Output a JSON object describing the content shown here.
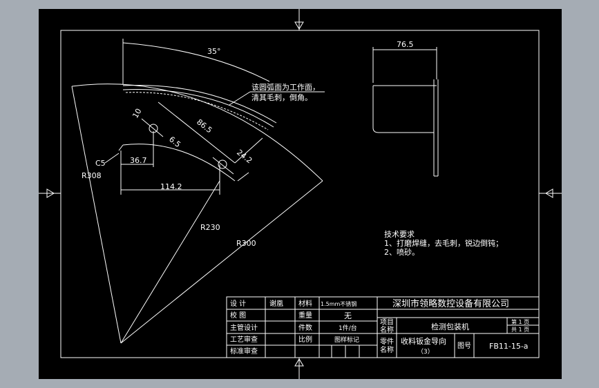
{
  "drawing": {
    "dimensions": {
      "angle": "35°",
      "width_765": "76.5",
      "d10": "10",
      "d865": "86.5",
      "d65": "6.5",
      "d242": "24.2",
      "c5": "C5",
      "d367": "36.7",
      "d1142": "114.2",
      "r308": "R308",
      "r230": "R230",
      "r300": "R300"
    },
    "annotation": {
      "line1": "该圆弧面为工作面，",
      "line2": "清其毛刺，倒角。"
    },
    "tech_notes": {
      "title": "技术要求",
      "item1": "1、打磨焊缝，去毛刺，锐边倒钝；",
      "item2": "2、喷砂。"
    }
  },
  "title_block": {
    "design_label": "设  计",
    "design_value": "谢凰",
    "material_label": "材料",
    "material_value": "1.5mm不锈钢",
    "company": "深圳市领略数控设备有限公司",
    "check_label": "校  图",
    "weight_label": "重量",
    "weight_value": "无",
    "chief_label": "主管设计",
    "qty_label": "件数",
    "qty_value": "1件/台",
    "project_label_1": "项目",
    "project_label_2": "名称",
    "project_value": "检测包装机",
    "sheet_no": "第 1 页",
    "sheet_total": "共 1 页",
    "process_label": "工艺审查",
    "scale_label": "比例",
    "scale_value": "图样标记",
    "part_label_1": "零件",
    "part_label_2": "名称",
    "part_value": "收料钣金导向",
    "part_sub": "（3）",
    "drawing_no_label": "图号",
    "drawing_no_value": "FB11-15-a",
    "standard_label": "标准审查"
  },
  "colors": {
    "background": "#a5acb4",
    "sheet": "#000000",
    "lines": "#ffffff"
  }
}
